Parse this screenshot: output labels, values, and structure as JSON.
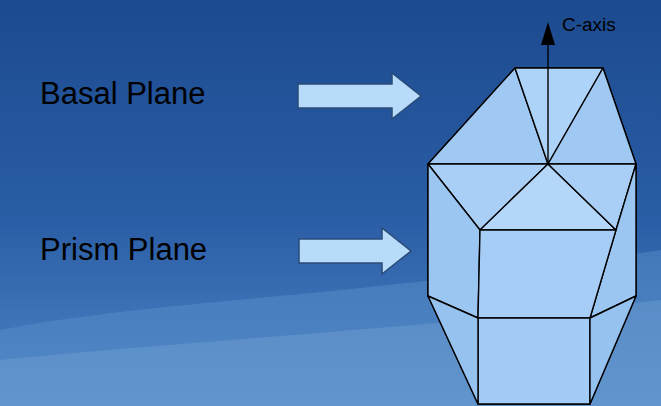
{
  "diagram": {
    "labels": [
      "Basal Plane",
      "Prism Plane",
      "C-axis"
    ]
  }
}
